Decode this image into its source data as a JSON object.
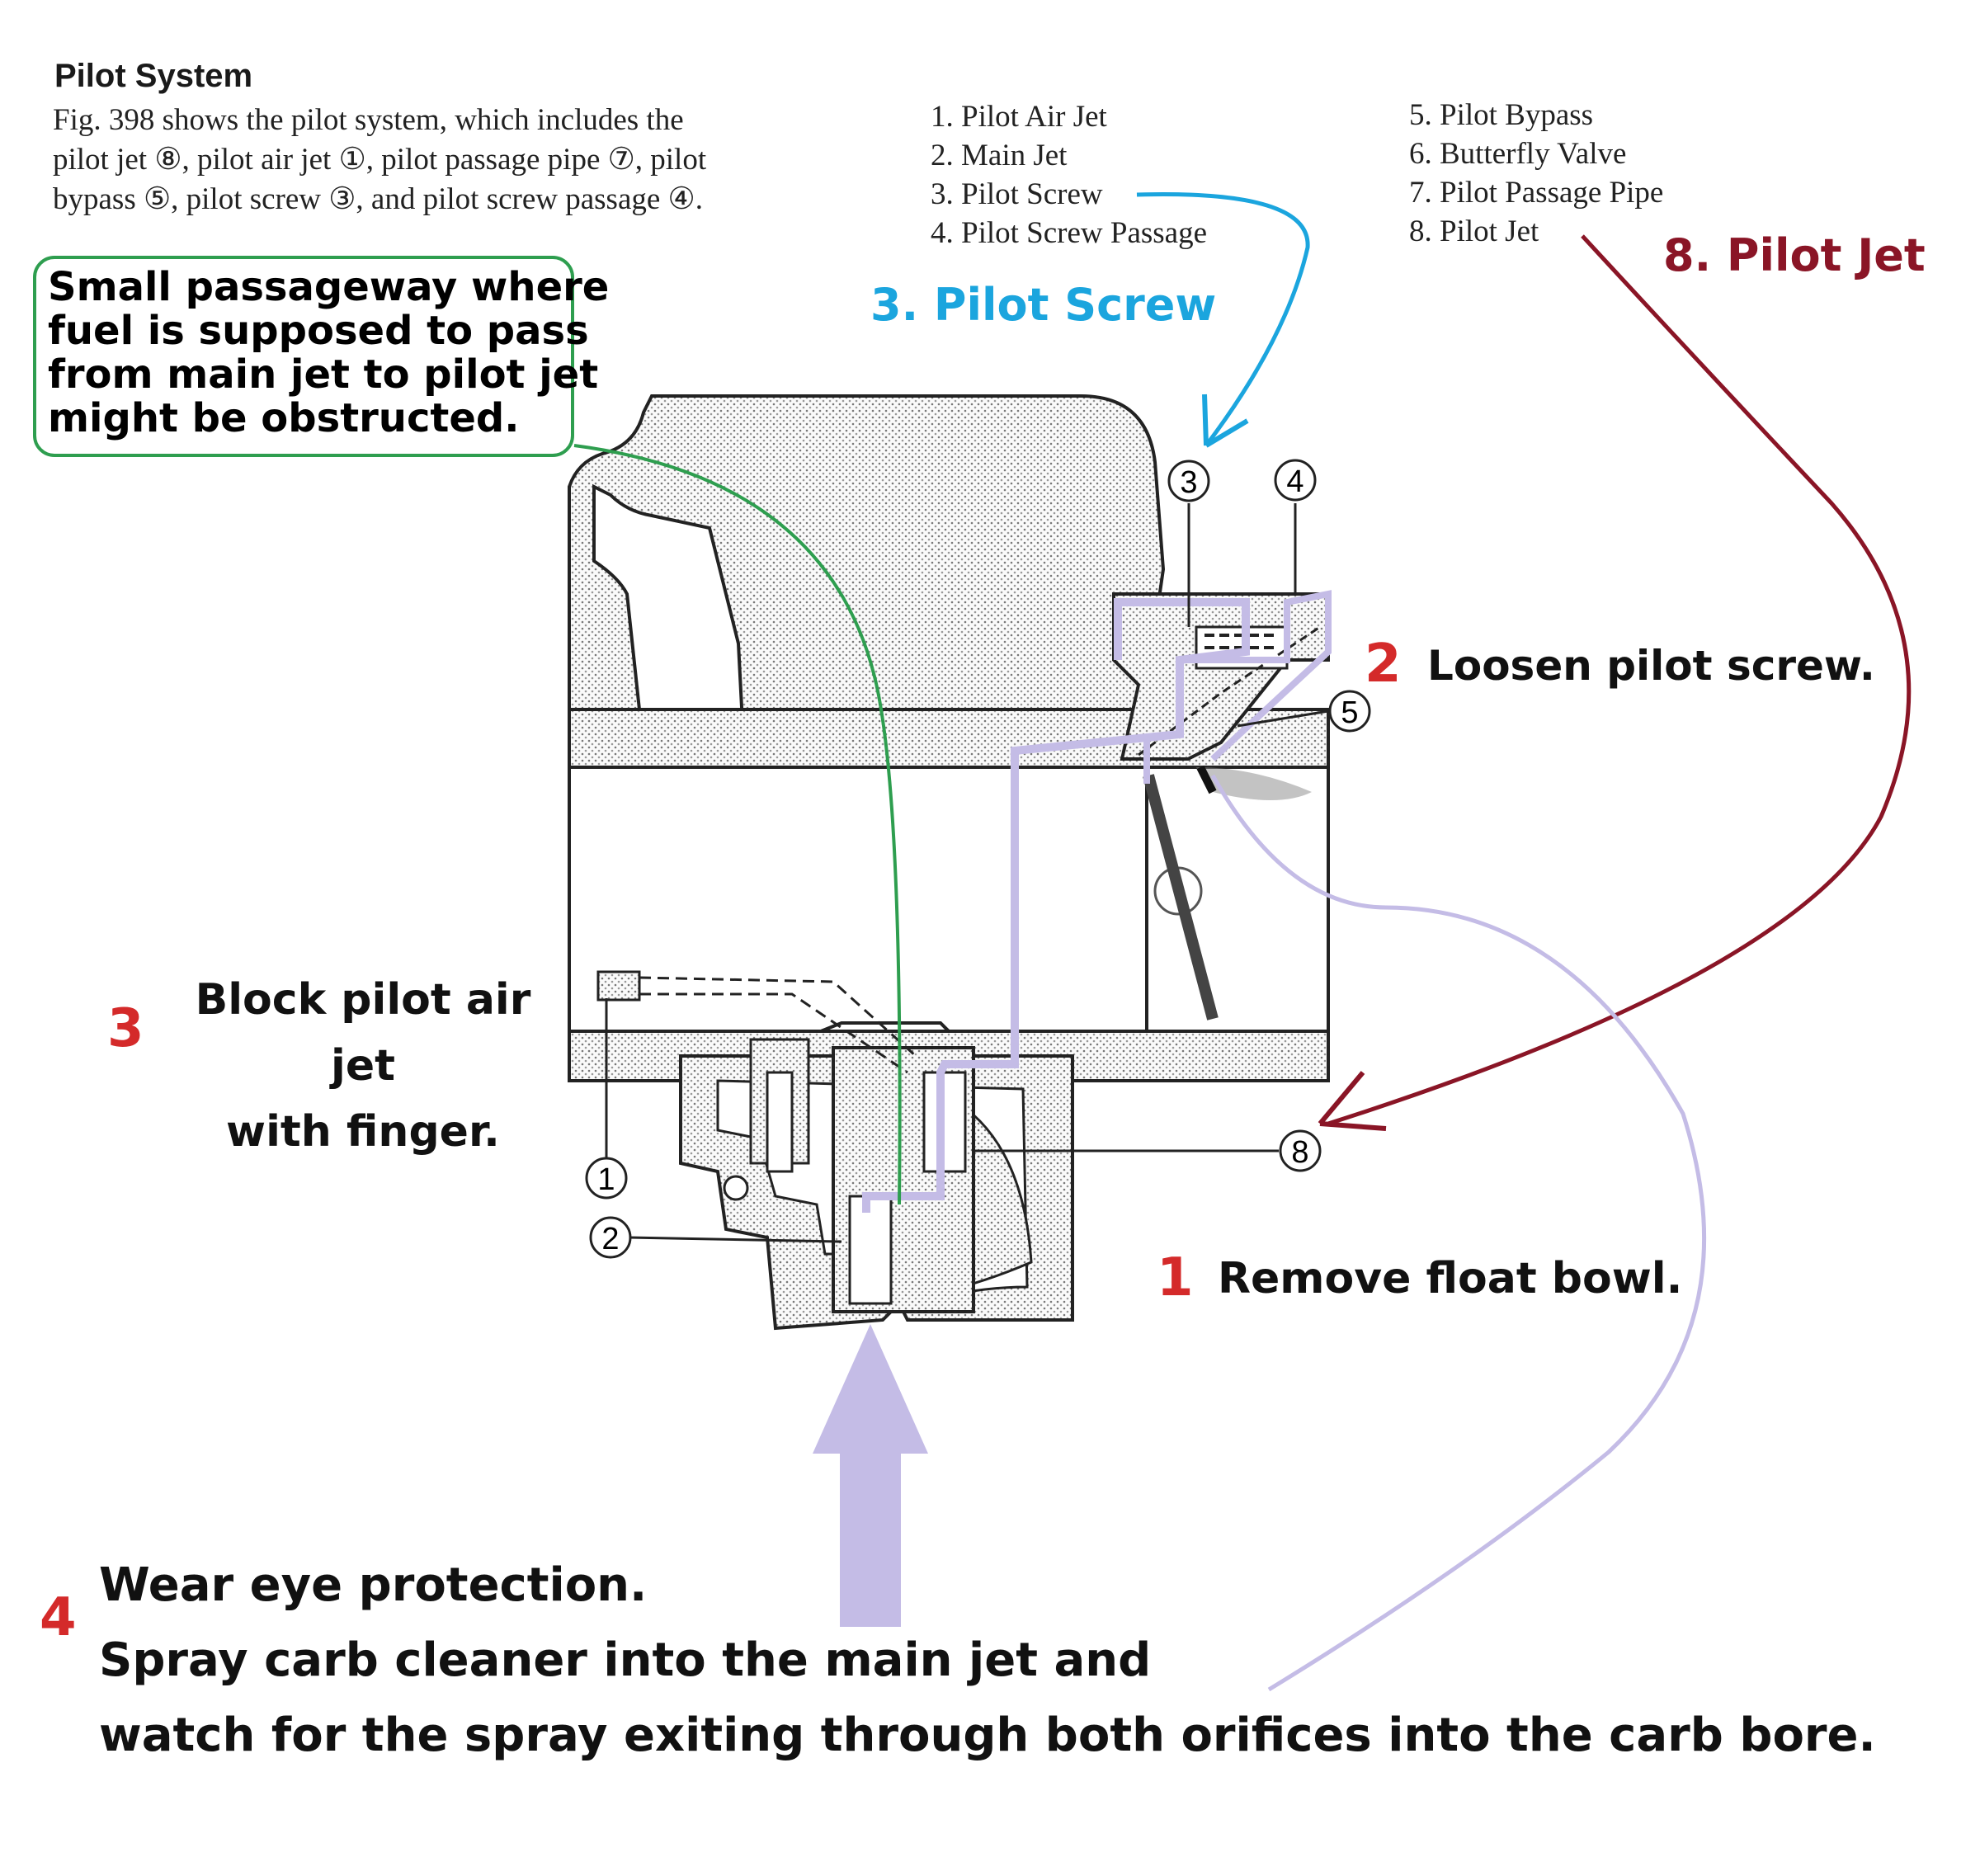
{
  "manual": {
    "heading": "Pilot System",
    "paragraph_lines": [
      "Fig. 398 shows the pilot system, which includes the",
      "pilot jet ⑧, pilot air jet ①, pilot passage pipe ⑦, pilot",
      "bypass ⑤, pilot screw ③, and pilot screw passage ④."
    ]
  },
  "legend": {
    "left": [
      "1.  Pilot Air Jet",
      "2.  Main Jet",
      "3.  Pilot Screw",
      "4.  Pilot Screw Passage"
    ],
    "right": [
      "5.  Pilot Bypass",
      "6.  Butterfly Valve",
      "7.  Pilot Passage Pipe",
      "8.  Pilot Jet"
    ]
  },
  "callouts": {
    "note": [
      "Small passageway where",
      "fuel is supposed to pass",
      "from main jet to pilot jet",
      "might be obstructed."
    ],
    "pilot_screw": "3. Pilot Screw",
    "pilot_jet": "8. Pilot Jet"
  },
  "steps": {
    "s1": {
      "num": "1",
      "text": "Remove float bowl."
    },
    "s2": {
      "num": "2",
      "text": "Loosen pilot screw."
    },
    "s3": {
      "num": "3",
      "lines": [
        "Block pilot air jet",
        "with finger."
      ]
    },
    "s4": {
      "num": "4",
      "lines": [
        "Wear eye protection.",
        "Spray carb cleaner into the main jet and",
        "watch for the spray exiting through both orifices into the carb bore."
      ]
    }
  },
  "diagram_markers": [
    "3",
    "4",
    "5",
    "8",
    "1",
    "2"
  ],
  "colors": {
    "note_border": "#2e9e4f",
    "pilot_screw": "#1ba5de",
    "pilot_jet": "#8a1526",
    "step_number": "#d42a2a",
    "spray_path": "#c4bce6"
  }
}
